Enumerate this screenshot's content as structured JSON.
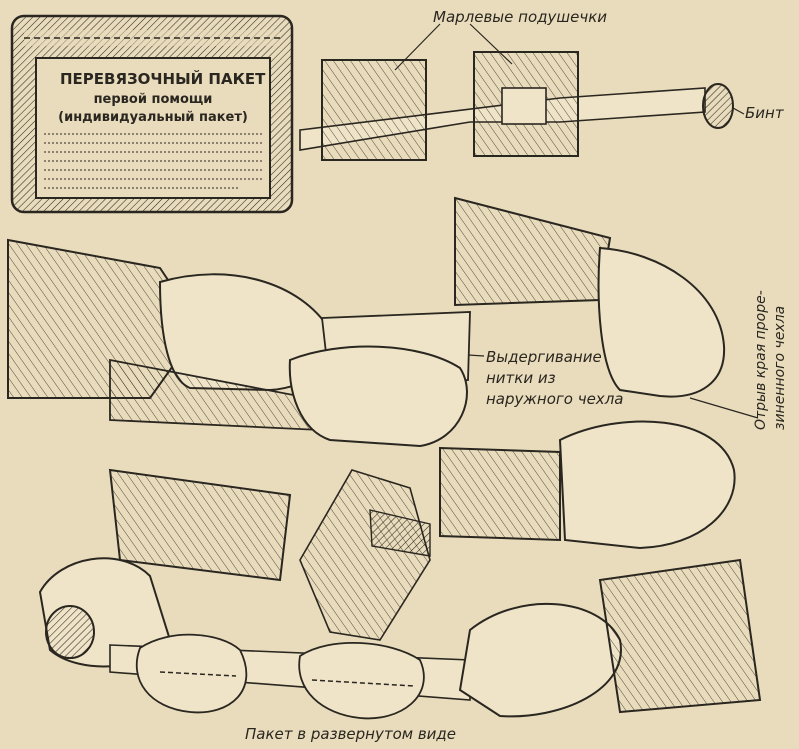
{
  "package": {
    "title": "ПЕРЕВЯЗОЧНЫЙ ПАКЕТ",
    "line2": "первой помощи",
    "line3": "(индивидуальный пакет)"
  },
  "labels": {
    "gauze_pads": "Марлевые подушечки",
    "bandage": "Бинт",
    "pull_line1": "Выдергивание",
    "pull_line2": "нитки из",
    "pull_line3": "наружного чехла",
    "edges_line1": "Отрыв края проре-",
    "edges_line2": "зиненного чехла",
    "unfolded": "Пакет в развернутом виде"
  },
  "colors": {
    "paper": "#e9dcbc",
    "ink": "#2a2620"
  }
}
